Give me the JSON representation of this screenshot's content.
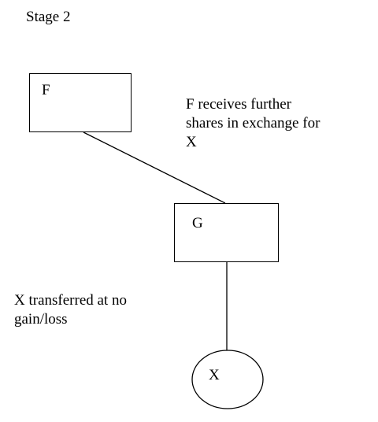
{
  "title": "Stage 2",
  "nodes": {
    "f": {
      "label": "F"
    },
    "g": {
      "label": "G"
    },
    "x": {
      "label": "X"
    }
  },
  "annotations": {
    "f_receives": "F receives further\nshares in exchange for\nX",
    "x_transferred": "X transferred at no\ngain/loss"
  },
  "colors": {
    "line": "#000000",
    "background": "#ffffff"
  }
}
